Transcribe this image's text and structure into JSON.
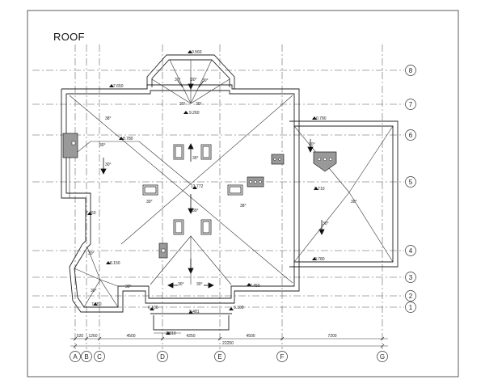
{
  "title": "ROOF",
  "row_axes": [
    "8",
    "7",
    "6",
    "5",
    "4",
    "3",
    "2",
    "1"
  ],
  "col_axes": [
    "A",
    "B",
    "C",
    "D",
    "E",
    "F",
    "G"
  ],
  "dimensions": {
    "segments": [
      "520",
      "1260",
      "4500",
      "4250",
      "4500",
      "7200"
    ],
    "overall": "22250",
    "porch_width": "2.810"
  },
  "elevations": {
    "bay_top": "0.560",
    "ridge_top": "9.260",
    "ridge_center": "13.772",
    "left_eave": "7.650",
    "left_gable": "8.780",
    "left_mid": "7.450",
    "left_bay": "8.150",
    "bottom_left": "7.650",
    "porch_left": "6.100",
    "porch_right": "6.100",
    "porch_peak": "9.481",
    "lower_right": "7.450",
    "right_top": "0.780",
    "right_mid": "9.710",
    "right_bottom": "0.780"
  },
  "slopes": {
    "s30": "30°",
    "s38": "38°"
  }
}
